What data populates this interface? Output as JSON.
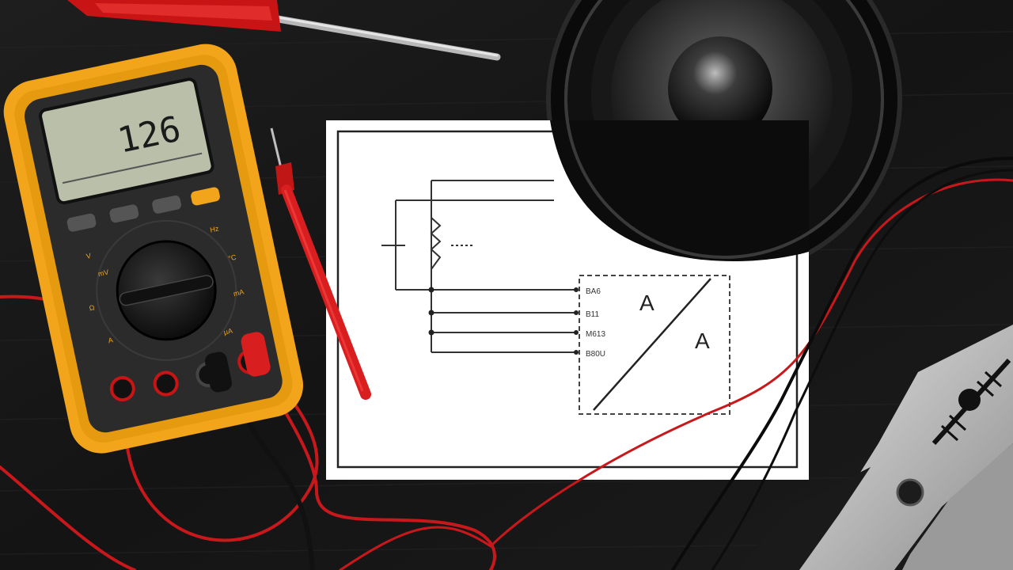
{
  "scene": {
    "description_colors": {
      "background": "#161616",
      "multimeter_body": "#f2a51a",
      "multimeter_face": "#2b2b2b",
      "lcd": "#b9bfa9",
      "probe_red": "#d81e1e",
      "wire_red": "#c8181c",
      "paper": "#ffffff",
      "speaker": "#0d0d0d",
      "pliers_metal": "#c7c7c7"
    },
    "multimeter": {
      "display_value": "126"
    },
    "schematic": {
      "pin_labels": [
        "BA6",
        "B11",
        "M613",
        "B80U"
      ],
      "block_label_top": "A",
      "block_label_bottom": "A"
    }
  }
}
